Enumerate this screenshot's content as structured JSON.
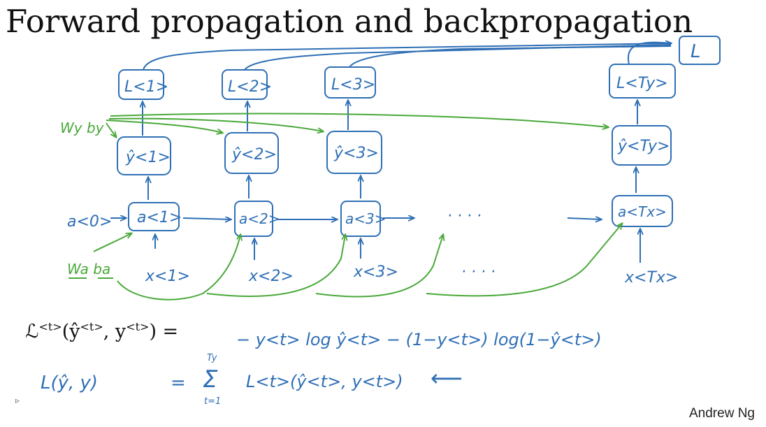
{
  "title": "Forward propagation and backpropagation",
  "author": "Andrew Ng",
  "colors": {
    "forward": "#2f6fb5",
    "params": "#4aa83a",
    "text": "#111111"
  },
  "loss_labels": [
    "L<1>",
    "L<2>",
    "L<3>",
    "L<Ty>"
  ],
  "total_loss": "L",
  "yhat_labels": [
    "ŷ<1>",
    "ŷ<2>",
    "ŷ<3>",
    "ŷ<Ty>"
  ],
  "activation_labels": [
    "a<1>",
    "a<2>",
    "a<3>",
    "a<Tx>"
  ],
  "initial_activation": "a<0>",
  "input_labels": [
    "x<1>",
    "x<2>",
    "x<3>",
    "x<Tx>"
  ],
  "ellipsis": "· · · ·",
  "output_params": "Wy by",
  "recurrent_params": "Wa ba",
  "formula_typeset": {
    "lhs": "ℒ",
    "sup_t": "<t>",
    "open": "(",
    "yhat": "ŷ",
    "comma": ", y",
    "close": ") ="
  },
  "formula_handwritten_rhs": "− y<t> log ŷ<t> − (1−y<t>) log(1−ŷ<t>)",
  "total_formula": {
    "lhs": "L(ŷ, y)",
    "equals": "=",
    "sum_top": "Ty",
    "sum_bottom": "t=1",
    "sum_symbol": "Σ",
    "term": "L<t>(ŷ<t>, y<t>)",
    "arrow": "⟵"
  }
}
